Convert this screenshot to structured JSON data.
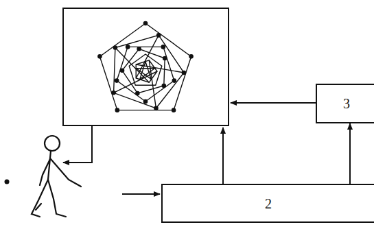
{
  "diagram": {
    "nodes": [
      {
        "text": [
          "3"
        ]
      },
      {
        "text": [
          "2"
        ]
      }
    ],
    "edges": [
      {
        "from": 1,
        "to": 0,
        "arrow": "to"
      }
    ]
  }
}
